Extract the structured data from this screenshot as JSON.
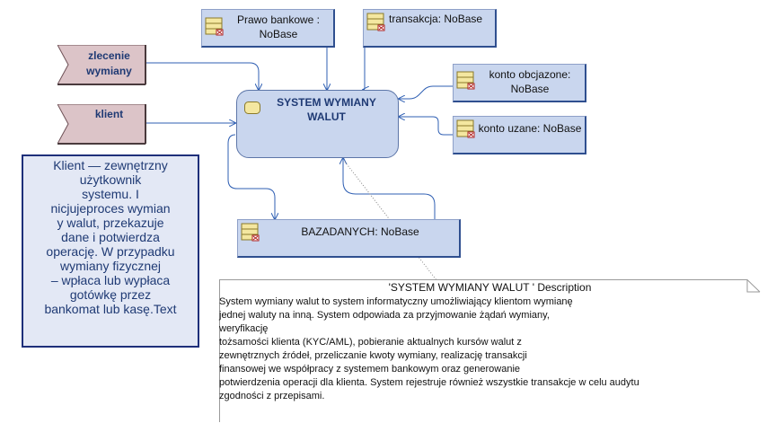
{
  "process": {
    "title_line1": "SYSTEM WYMIANY",
    "title_line2": "WALUT"
  },
  "externals": {
    "zlecenie_line1": "zlecenie",
    "zlecenie_line2": "wymiany",
    "klient": "klient"
  },
  "objects": {
    "prawo_line1": "Prawo bankowe :",
    "prawo_line2": "NoBase",
    "transakcja": "transakcja: NoBase",
    "konto_obc_line1": "konto obcjazone:",
    "konto_obc_line2": "NoBase",
    "konto_uzane": "konto uzane: NoBase",
    "bazadanych": "BAZADANYCH: NoBase"
  },
  "note": {
    "text": "Klient — zewnętrzny\nużytkownik\nsystemu. I\nnicjujeproces wymian\ny walut, przekazuje\ndane i potwierdza\noperację. W przypadku\nwymiany fizycznej\n– wpłaca lub wypłaca\ngotówkę przez\nbankomat lub kasę.Text"
  },
  "description": {
    "title": "'SYSTEM WYMIANY WALUT ' Description",
    "body": "System wymiany walut to system informatyczny umożliwiający klientom wymianę\n jednej waluty na inną. System odpowiada za przyjmowanie żądań wymiany,\nweryfikację\ntożsamości klienta (KYC/AML), pobieranie aktualnych kursów walut z\n zewnętrznych źródeł, przeliczanie kwoty wymiany, realizację transakcji\nfinansowej we współpracy z systemem bankowym oraz generowanie\n potwierdzenia operacji dla klienta. System rejestruje również wszystkie transakcje w celu audytu\nzgodności z przepisami."
  },
  "colors": {
    "object_fill": "#c9d6ee",
    "external_fill": "#dcc4c8",
    "flow_line": "#2f5fb3",
    "note_border": "#1e2f7a"
  }
}
